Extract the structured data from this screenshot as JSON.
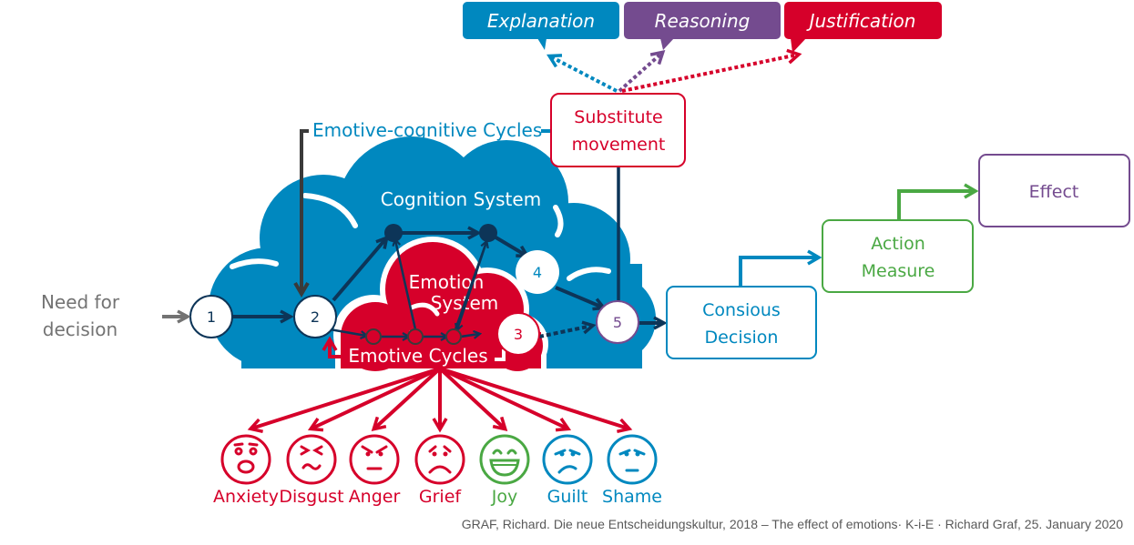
{
  "colors": {
    "blue": "#0088bf",
    "purple": "#744b8f",
    "red": "#d6002a",
    "green": "#4aa843",
    "navy": "#0d3558",
    "gray": "#737373",
    "dark_gray": "#3a3a3a"
  },
  "tags": {
    "explanation": "Explanation",
    "reasoning": "Reasoning",
    "justification": "Justification"
  },
  "substitute": {
    "line1": "Substitute",
    "line2": "movement"
  },
  "emotive_cognitive_label": "Emotive-cognitive Cycles",
  "cognition_label": "Cognition System",
  "emotion_label": {
    "line1": "Emotion",
    "line2": "System"
  },
  "emotive_cycles_label": "Emotive Cycles",
  "need": {
    "line1": "Need for",
    "line2": "decision"
  },
  "nodes": [
    "1",
    "2",
    "3",
    "4",
    "5"
  ],
  "flow": {
    "decision": {
      "line1": "Consious",
      "line2": "Decision"
    },
    "action": {
      "line1": "Action",
      "line2": "Measure"
    },
    "effect": "Effect"
  },
  "emotions": [
    {
      "label": "Anxiety",
      "icon": "anxiety-face-icon",
      "color": "#d6002a"
    },
    {
      "label": "Disgust",
      "icon": "disgust-face-icon",
      "color": "#d6002a"
    },
    {
      "label": "Anger",
      "icon": "anger-face-icon",
      "color": "#d6002a"
    },
    {
      "label": "Grief",
      "icon": "grief-face-icon",
      "color": "#d6002a"
    },
    {
      "label": "Joy",
      "icon": "joy-face-icon",
      "color": "#4aa843"
    },
    {
      "label": "Guilt",
      "icon": "guilt-face-icon",
      "color": "#0088bf"
    },
    {
      "label": "Shame",
      "icon": "shame-face-icon",
      "color": "#0088bf"
    }
  ],
  "footer": "GRAF, Richard. Die neue Entscheidungskultur, 2018 – The effect of emotions· K-i-E · Richard Graf, 25. January 2020"
}
